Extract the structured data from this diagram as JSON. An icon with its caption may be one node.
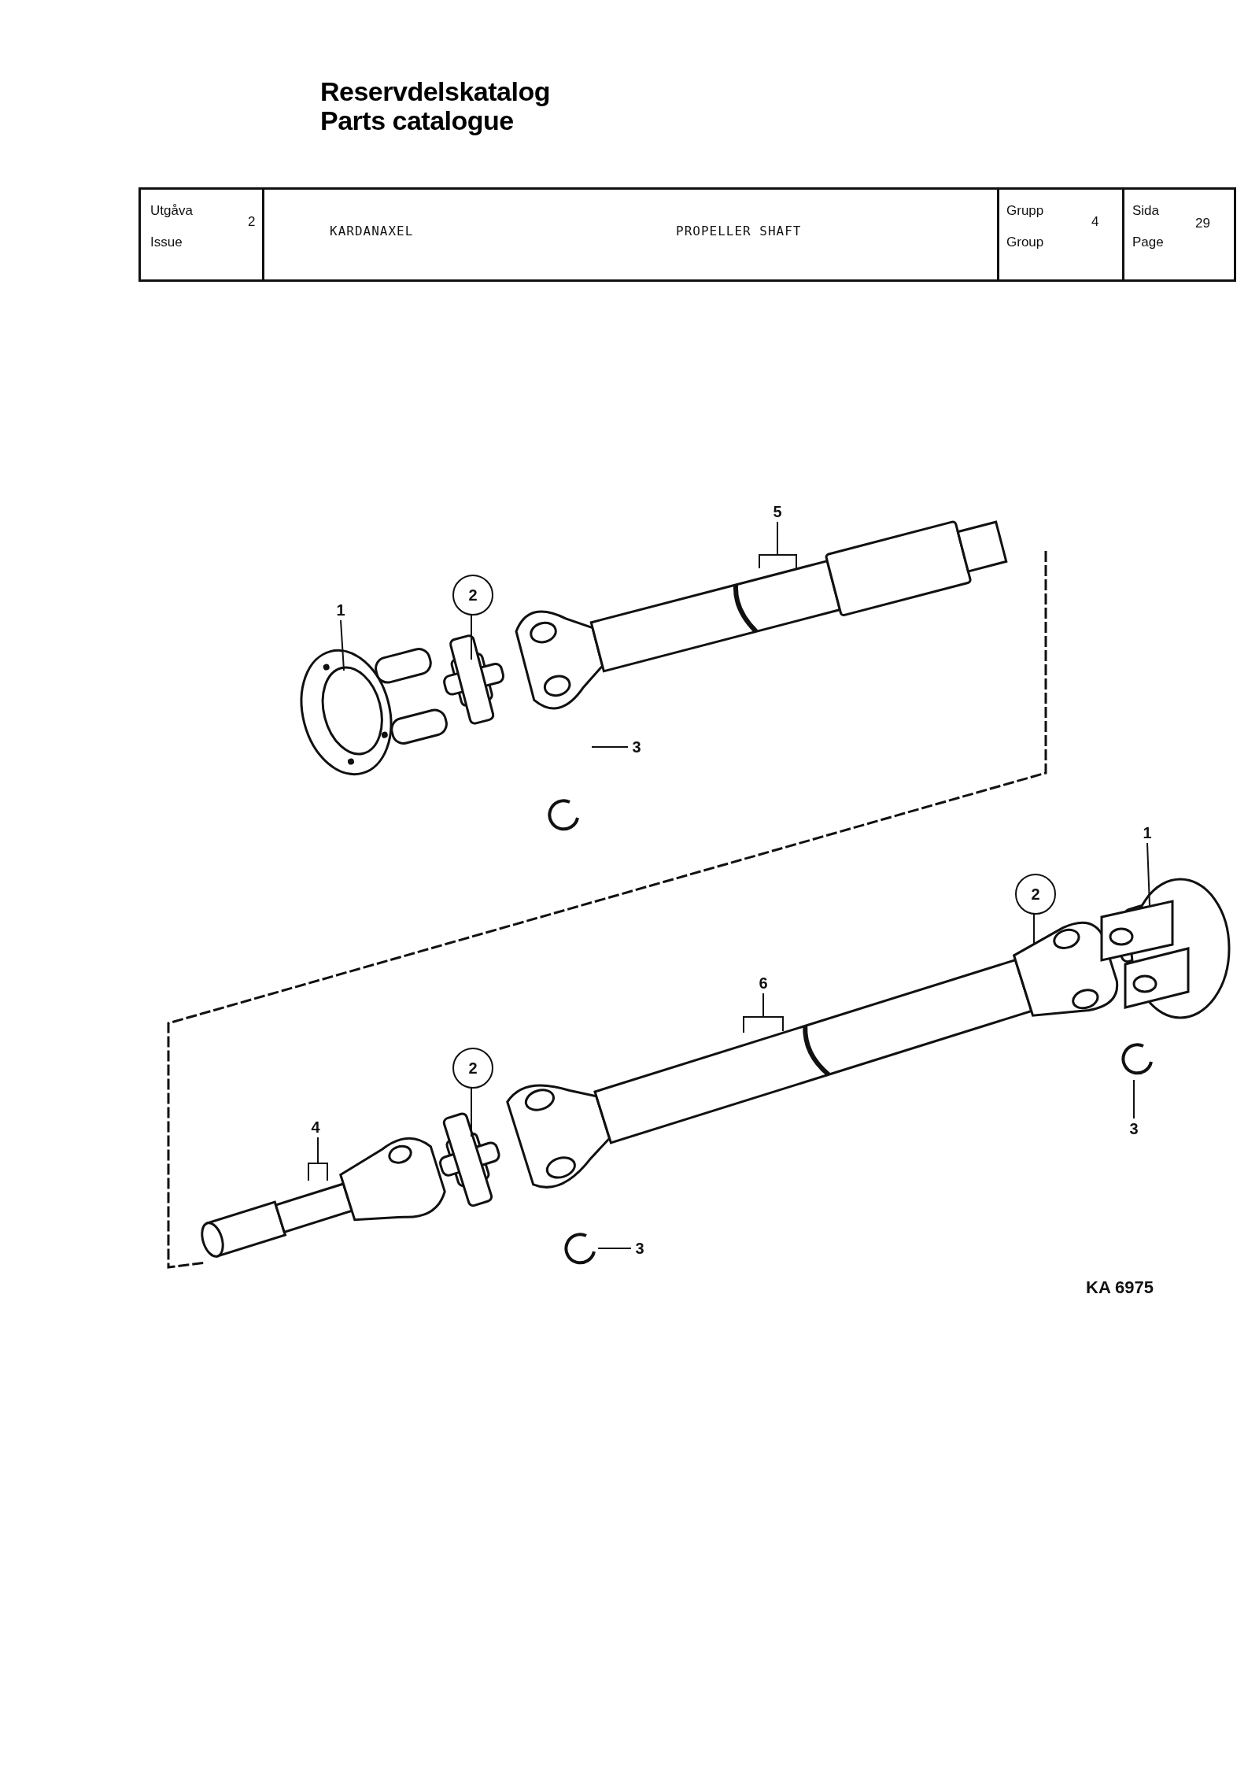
{
  "diagram": {
    "title": "Reservdelskatalog Parts catalogue",
    "nodes": [
      {
        "text": [
          "5"
        ]
      },
      {
        "text": [
          "2"
        ]
      },
      {
        "text": [
          "1"
        ]
      },
      {
        "text": [
          "3"
        ]
      },
      {
        "text": [
          "1"
        ]
      },
      {
        "text": [
          "2"
        ]
      },
      {
        "text": [
          "6"
        ]
      },
      {
        "text": [
          "2"
        ]
      },
      {
        "text": [
          "4"
        ]
      },
      {
        "text": [
          "3"
        ]
      },
      {
        "text": [
          "3"
        ]
      }
    ],
    "edges": [
      {
        "from": 0,
        "to": null,
        "arrow": "none"
      },
      {
        "from": 1,
        "to": null,
        "arrow": "none"
      },
      {
        "from": 2,
        "to": null,
        "arrow": "none"
      },
      {
        "from": 3,
        "to": null,
        "arrow": "none"
      },
      {
        "from": 4,
        "to": null,
        "arrow": "none"
      },
      {
        "from": 5,
        "to": null,
        "arrow": "none"
      },
      {
        "from": 6,
        "to": null,
        "arrow": "none"
      },
      {
        "from": 7,
        "to": null,
        "arrow": "none"
      },
      {
        "from": 8,
        "to": null,
        "arrow": "none"
      },
      {
        "from": 9,
        "to": null,
        "arrow": "none"
      },
      {
        "from": 10,
        "to": null,
        "arrow": "none"
      }
    ],
    "labels": [
      "Utgåva",
      "2",
      "Issue",
      "KARDANAXEL",
      "PROPELLER SHAFT",
      "Grupp",
      "4",
      "Group",
      "Sida",
      "29",
      "Page",
      "KA 6975"
    ]
  }
}
